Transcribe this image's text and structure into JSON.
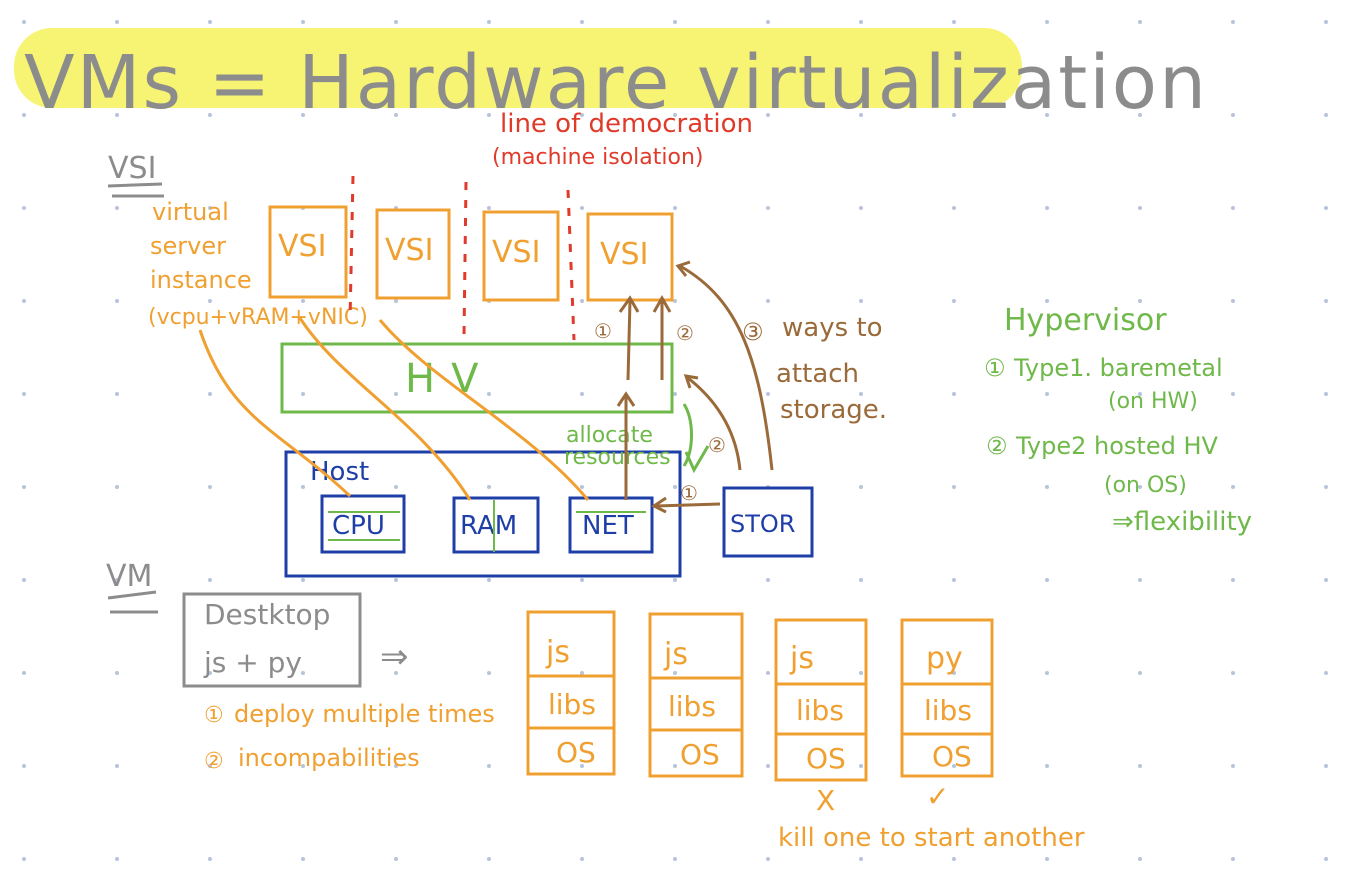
{
  "title": "VMs = Hardware virtualization",
  "colors": {
    "highlight": "#f6f25a",
    "gray": "#8c8c8c",
    "orange": "#f0a030",
    "red": "#e03a2a",
    "green": "#6fb84a",
    "blue": "#1f3fa8",
    "brown": "#9a6a3a",
    "dot": "#b8c4dc"
  },
  "vsi": {
    "heading": "VSI",
    "desc": [
      "virtual",
      "server",
      "instance",
      "(vcpu+vRAM+vNIC)"
    ],
    "boxes": [
      "VSI",
      "VSI",
      "VSI",
      "VSI"
    ],
    "demarcation": [
      "line of democration",
      "(machine isolation)"
    ],
    "hv_label": "HV",
    "host_label": "Host",
    "resources": [
      "CPU",
      "RAM",
      "NET"
    ],
    "stor_label": "STOR",
    "allocate": [
      "allocate",
      "resources"
    ],
    "circles": [
      "①",
      "②",
      "③",
      "②",
      "①"
    ],
    "storage_note": [
      "ways to",
      "attach",
      "storage."
    ]
  },
  "hypervisor": {
    "title": "Hypervisor",
    "type1": [
      "Type1. baremetal",
      "(on HW)"
    ],
    "type2": [
      "Type2  hosted HV",
      "(on OS)"
    ],
    "result": "⇒flexibility",
    "markers": [
      "①",
      "②"
    ]
  },
  "vm": {
    "heading": "VM",
    "desktop": [
      "Destktop",
      "js + py"
    ],
    "arrow": "⇒",
    "notes": [
      "deploy multiple times",
      "incompabilities"
    ],
    "note_markers": [
      "①",
      "②"
    ],
    "stacks": [
      {
        "top": "js",
        "mid": "libs",
        "bot": "OS",
        "mark": ""
      },
      {
        "top": "js",
        "mid": "libs",
        "bot": "OS",
        "mark": ""
      },
      {
        "top": "js",
        "mid": "libs",
        "bot": "OS",
        "mark": "X"
      },
      {
        "top": "py",
        "mid": "libs",
        "bot": "OS",
        "mark": "✓"
      }
    ],
    "caption": "kill one to start another"
  }
}
